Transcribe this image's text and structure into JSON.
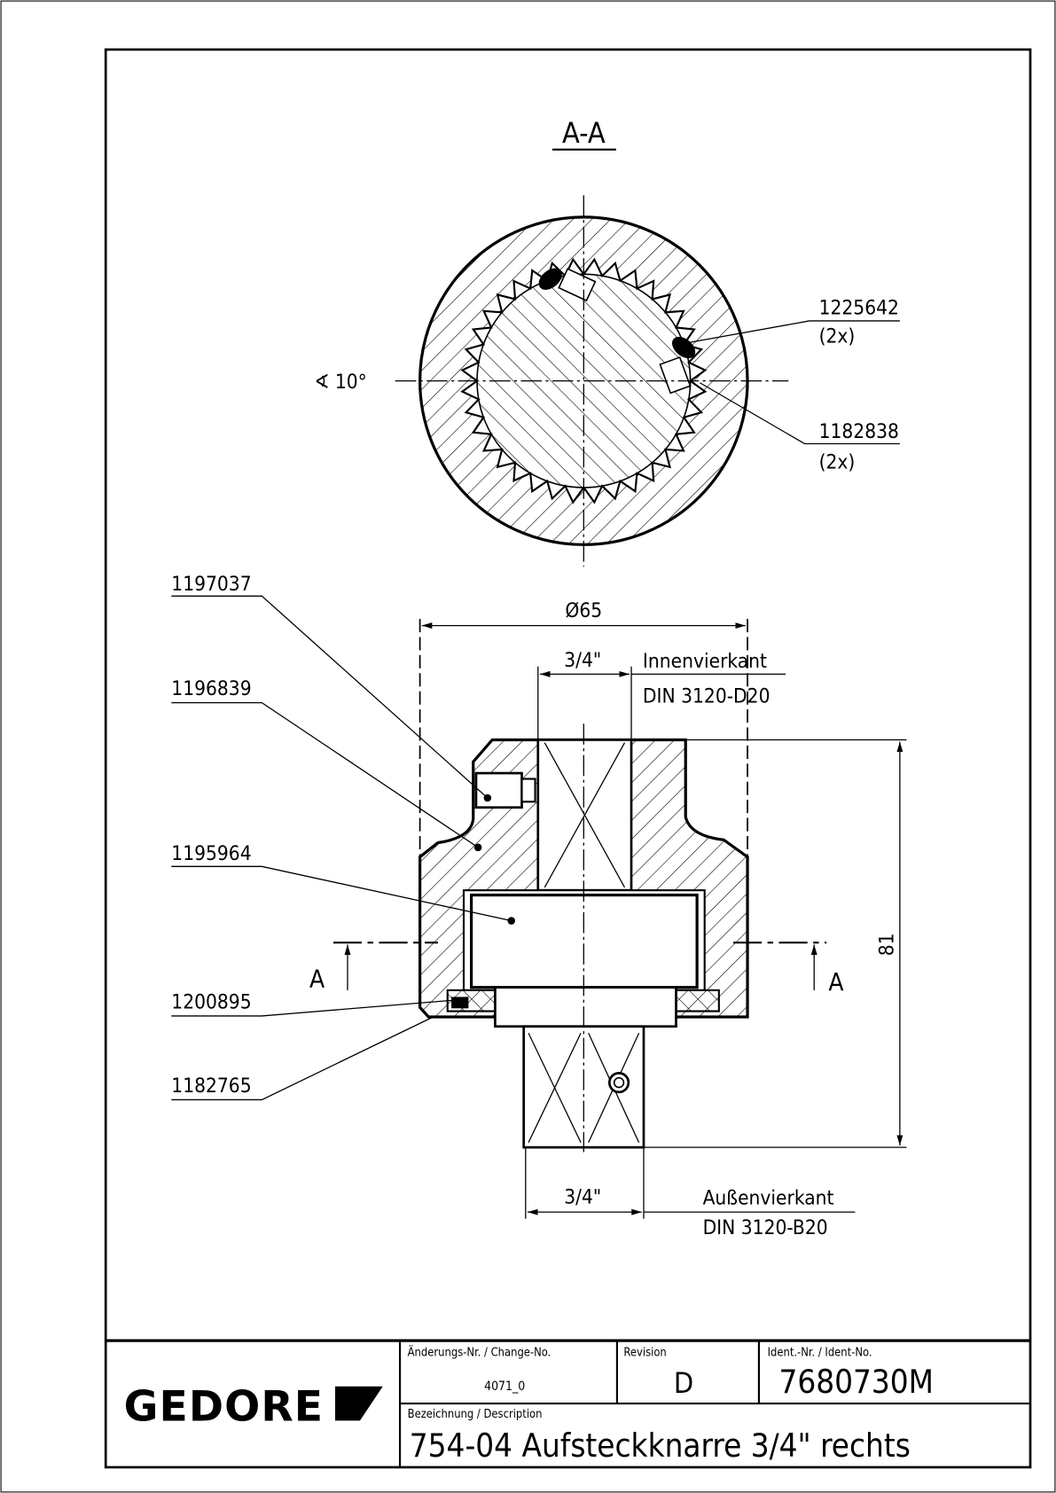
{
  "section_view": {
    "title": "A-A",
    "angle_label": "∢ 10°",
    "callouts_right": [
      {
        "part": "1225642",
        "qty": "(2x)"
      },
      {
        "part": "1182838",
        "qty": "(2x)"
      }
    ]
  },
  "main_view": {
    "callouts_left": [
      "1197037",
      "1196839",
      "1195964",
      "1200895",
      "1182765"
    ],
    "diameter": "Ø65",
    "top_drive": {
      "size": "3/4\"",
      "name": "Innenvierkant",
      "standard": "DIN 3120-D20"
    },
    "bottom_drive": {
      "size": "3/4\"",
      "name": "Außenvierkant",
      "standard": "DIN 3120-B20"
    },
    "height": "81",
    "section_marker": "A"
  },
  "title_block": {
    "logo": "GEDORE",
    "change_label": "Änderungs-Nr. / Change-No.",
    "change_value": "4071_0",
    "revision_label": "Revision",
    "revision_value": "D",
    "ident_label": "Ident.-Nr. / Ident-No.",
    "ident_value": "7680730M",
    "description_label": "Bezeichnung / Description",
    "description_value": "754-04 Aufsteckknarre 3/4\" rechts"
  }
}
